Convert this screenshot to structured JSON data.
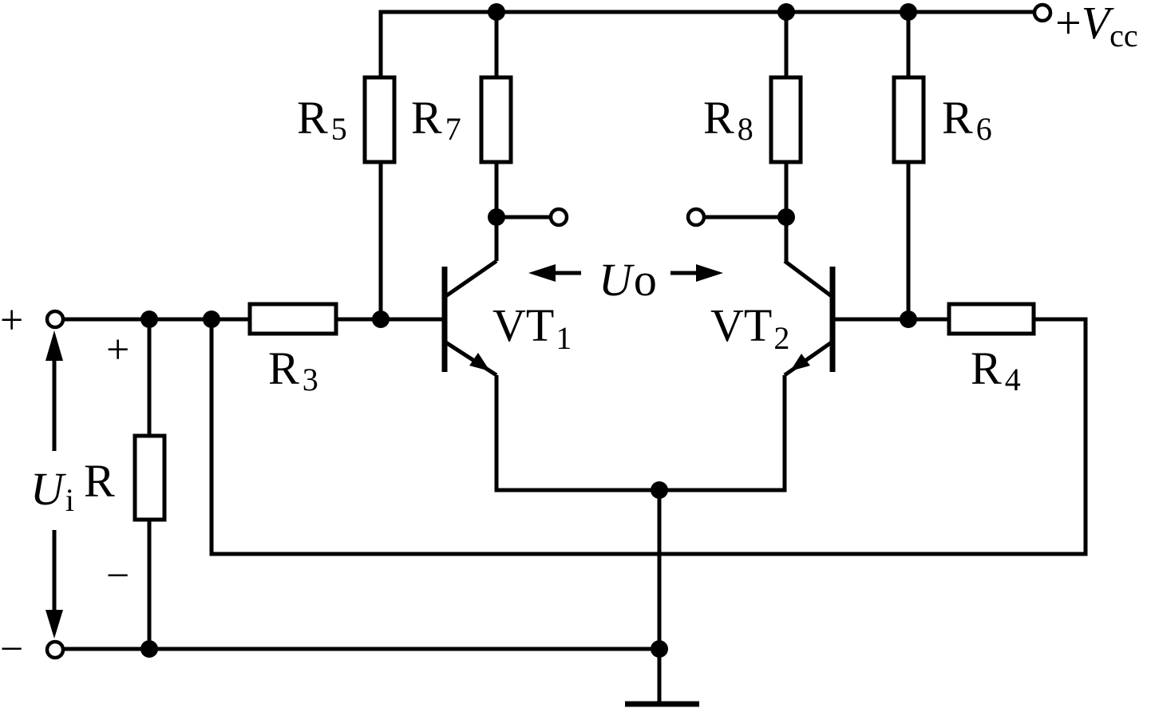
{
  "supply": {
    "sign": "+",
    "symbol": "V",
    "subscript": "cc"
  },
  "resistors": {
    "r5": {
      "main": "R",
      "sub": "5"
    },
    "r7": {
      "main": "R",
      "sub": "7"
    },
    "r8": {
      "main": "R",
      "sub": "8"
    },
    "r6": {
      "main": "R",
      "sub": "6"
    },
    "r3": {
      "main": "R",
      "sub": "3"
    },
    "r4": {
      "main": "R",
      "sub": "4"
    },
    "r": {
      "main": "R"
    }
  },
  "transistors": {
    "vt1": {
      "main": "VT",
      "sub": "1"
    },
    "vt2": {
      "main": "VT",
      "sub": "2"
    }
  },
  "output_voltage": {
    "symbol": "U",
    "subscript": "o"
  },
  "input_voltage": {
    "symbol": "U",
    "subscript": "i"
  },
  "input_terminals": {
    "plus": "+",
    "minus": "−"
  },
  "resistor_r_polarity": {
    "plus": "+",
    "minus": "−"
  }
}
